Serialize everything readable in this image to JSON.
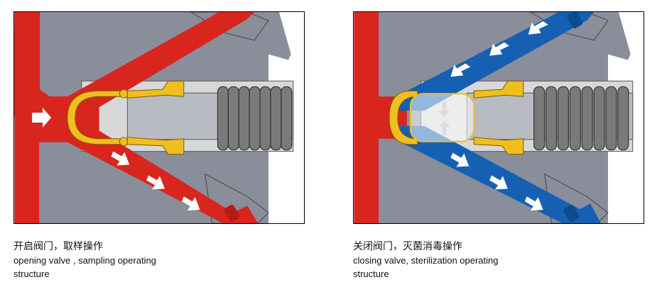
{
  "colors": {
    "housing": "#8a8e9a",
    "housing_dark": "#6b6f7a",
    "channel_open": "#d8261f",
    "channel_closed": "#1660b4",
    "seal": "#f0be1e",
    "spring": "#555555",
    "border": "#000000",
    "arrow": "#ffffff"
  },
  "left": {
    "caption_cn": "开启阀门，取样操作",
    "caption_en_line1": "opening valve , sampling operating",
    "caption_en_line2": "structure"
  },
  "right": {
    "caption_cn": "关闭阀门，灭菌消毒操作",
    "caption_en_line1": "closing valve, sterilization operating",
    "caption_en_line2": "structure"
  }
}
